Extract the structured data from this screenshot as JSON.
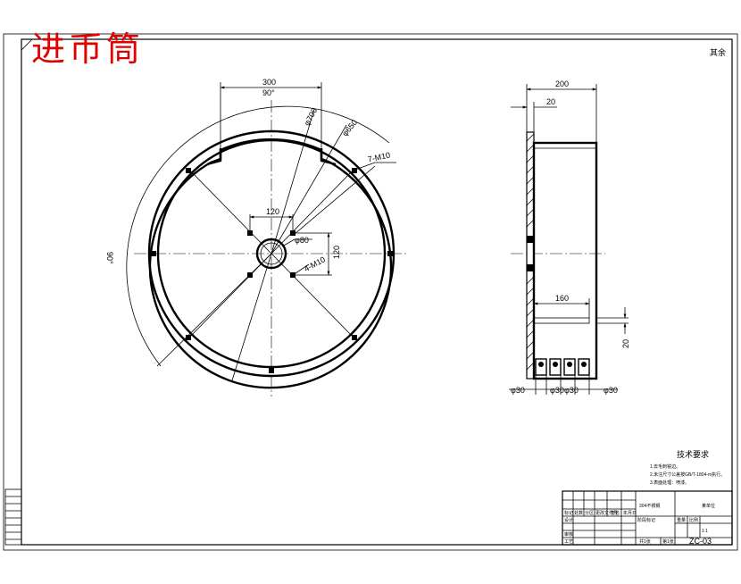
{
  "title": "进币筒",
  "colors": {
    "title": "#e00000",
    "ink": "#000000",
    "paper": "#ffffff"
  },
  "corner_mark": "其余",
  "front_view": {
    "dimensions": {
      "width_300": "300",
      "angle_90_top": "90°",
      "dia_700": "φ700",
      "dia_650": "φ650",
      "holes_7_m10": "7-M10",
      "width_120": "120",
      "dia_80": "φ80",
      "holes_4_m10": "4-M10",
      "height_120": "120",
      "angle_90_left": "90°"
    }
  },
  "side_view": {
    "dimensions": {
      "depth_200": "200",
      "wall_20": "20",
      "length_160": "160",
      "height_20": "20",
      "dia_30_left": "φ30",
      "dia_30_mid": "φ30",
      "dia_30_mid2": "φ30",
      "dia_30_right": "φ30"
    }
  },
  "tech_requirements": {
    "heading": "技术要求",
    "items": [
      "1.去毛刺锐边。",
      "2.未注尺寸公差按GB/T-1804-m执行。",
      "3.表面处理：喷漆。"
    ]
  },
  "title_block": {
    "material": "304不锈钢",
    "org": "某单位",
    "drawing_no": "ZC-03",
    "header_cells": [
      "标记",
      "处数",
      "分区",
      "更改文件号",
      "签名",
      "年月日"
    ],
    "row_labels": [
      "设计",
      "审核",
      "工艺"
    ],
    "stage_labels": [
      "阶段标记",
      "重量",
      "比例"
    ],
    "scale": "1:1",
    "sheet": "共1张",
    "sheet_of": "第1张"
  }
}
